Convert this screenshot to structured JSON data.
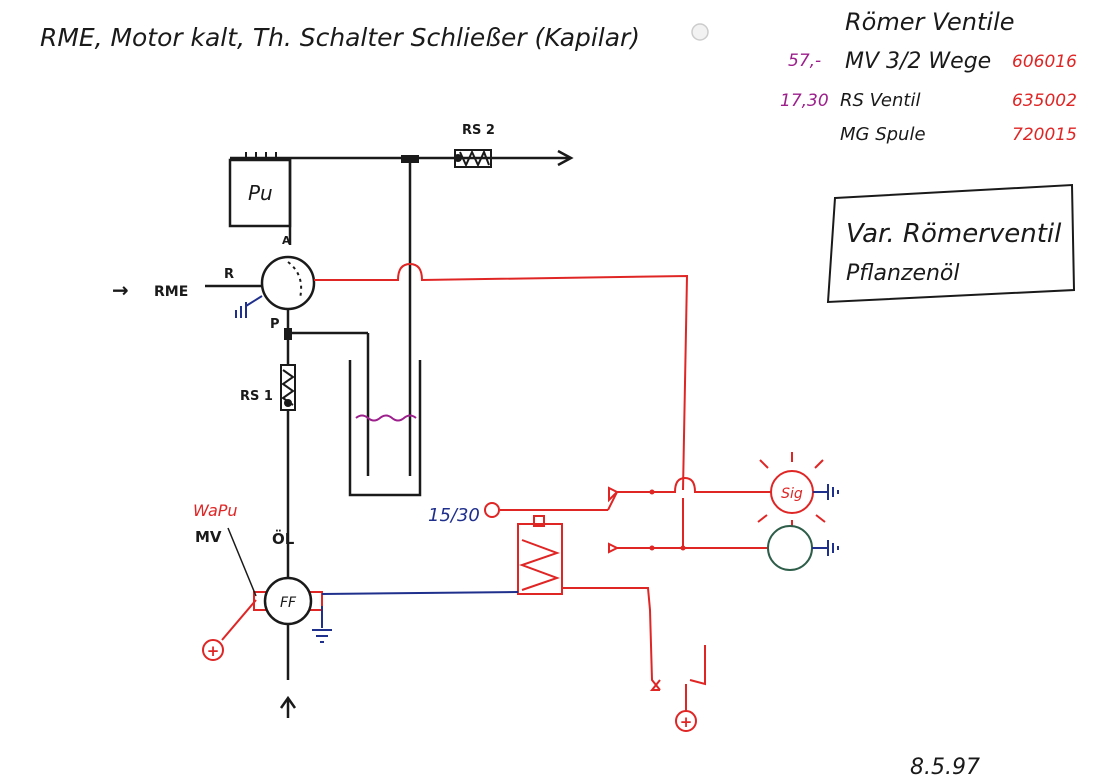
{
  "header": {
    "title_note": "RME, Motor kalt, Th. Schalter Schließer (Kapilar)"
  },
  "parts_list": {
    "heading": "Römer Ventile",
    "items": [
      {
        "price": "57,-",
        "name": "MV 3/2 Wege",
        "code": "606016"
      },
      {
        "price": "17,30",
        "name": "RS Ventil",
        "code": "635002"
      },
      {
        "price": "",
        "name": "MG Spule",
        "code": "720015"
      }
    ]
  },
  "note_box": {
    "line1": "Var. Römerventil",
    "line2": "Pflanzenöl"
  },
  "labels": {
    "rs2": "RS 2",
    "pu": "Pu",
    "a": "A",
    "r": "R",
    "rme": "RME",
    "arrow_in": "→",
    "p": "P",
    "rs1": "RS 1",
    "wapu_1": "WaPu",
    "wapu_2": "MV",
    "oel": "ÖL",
    "ff": "FF",
    "voltage": "15/30",
    "plus": "+",
    "sig": "Sig",
    "date": "8.5.97"
  },
  "colors": {
    "ink": "#1a1a1a",
    "red": "#e02525",
    "blue": "#1f2f8c",
    "purple": "#9c1f8c",
    "green": "#2e5e4a"
  }
}
